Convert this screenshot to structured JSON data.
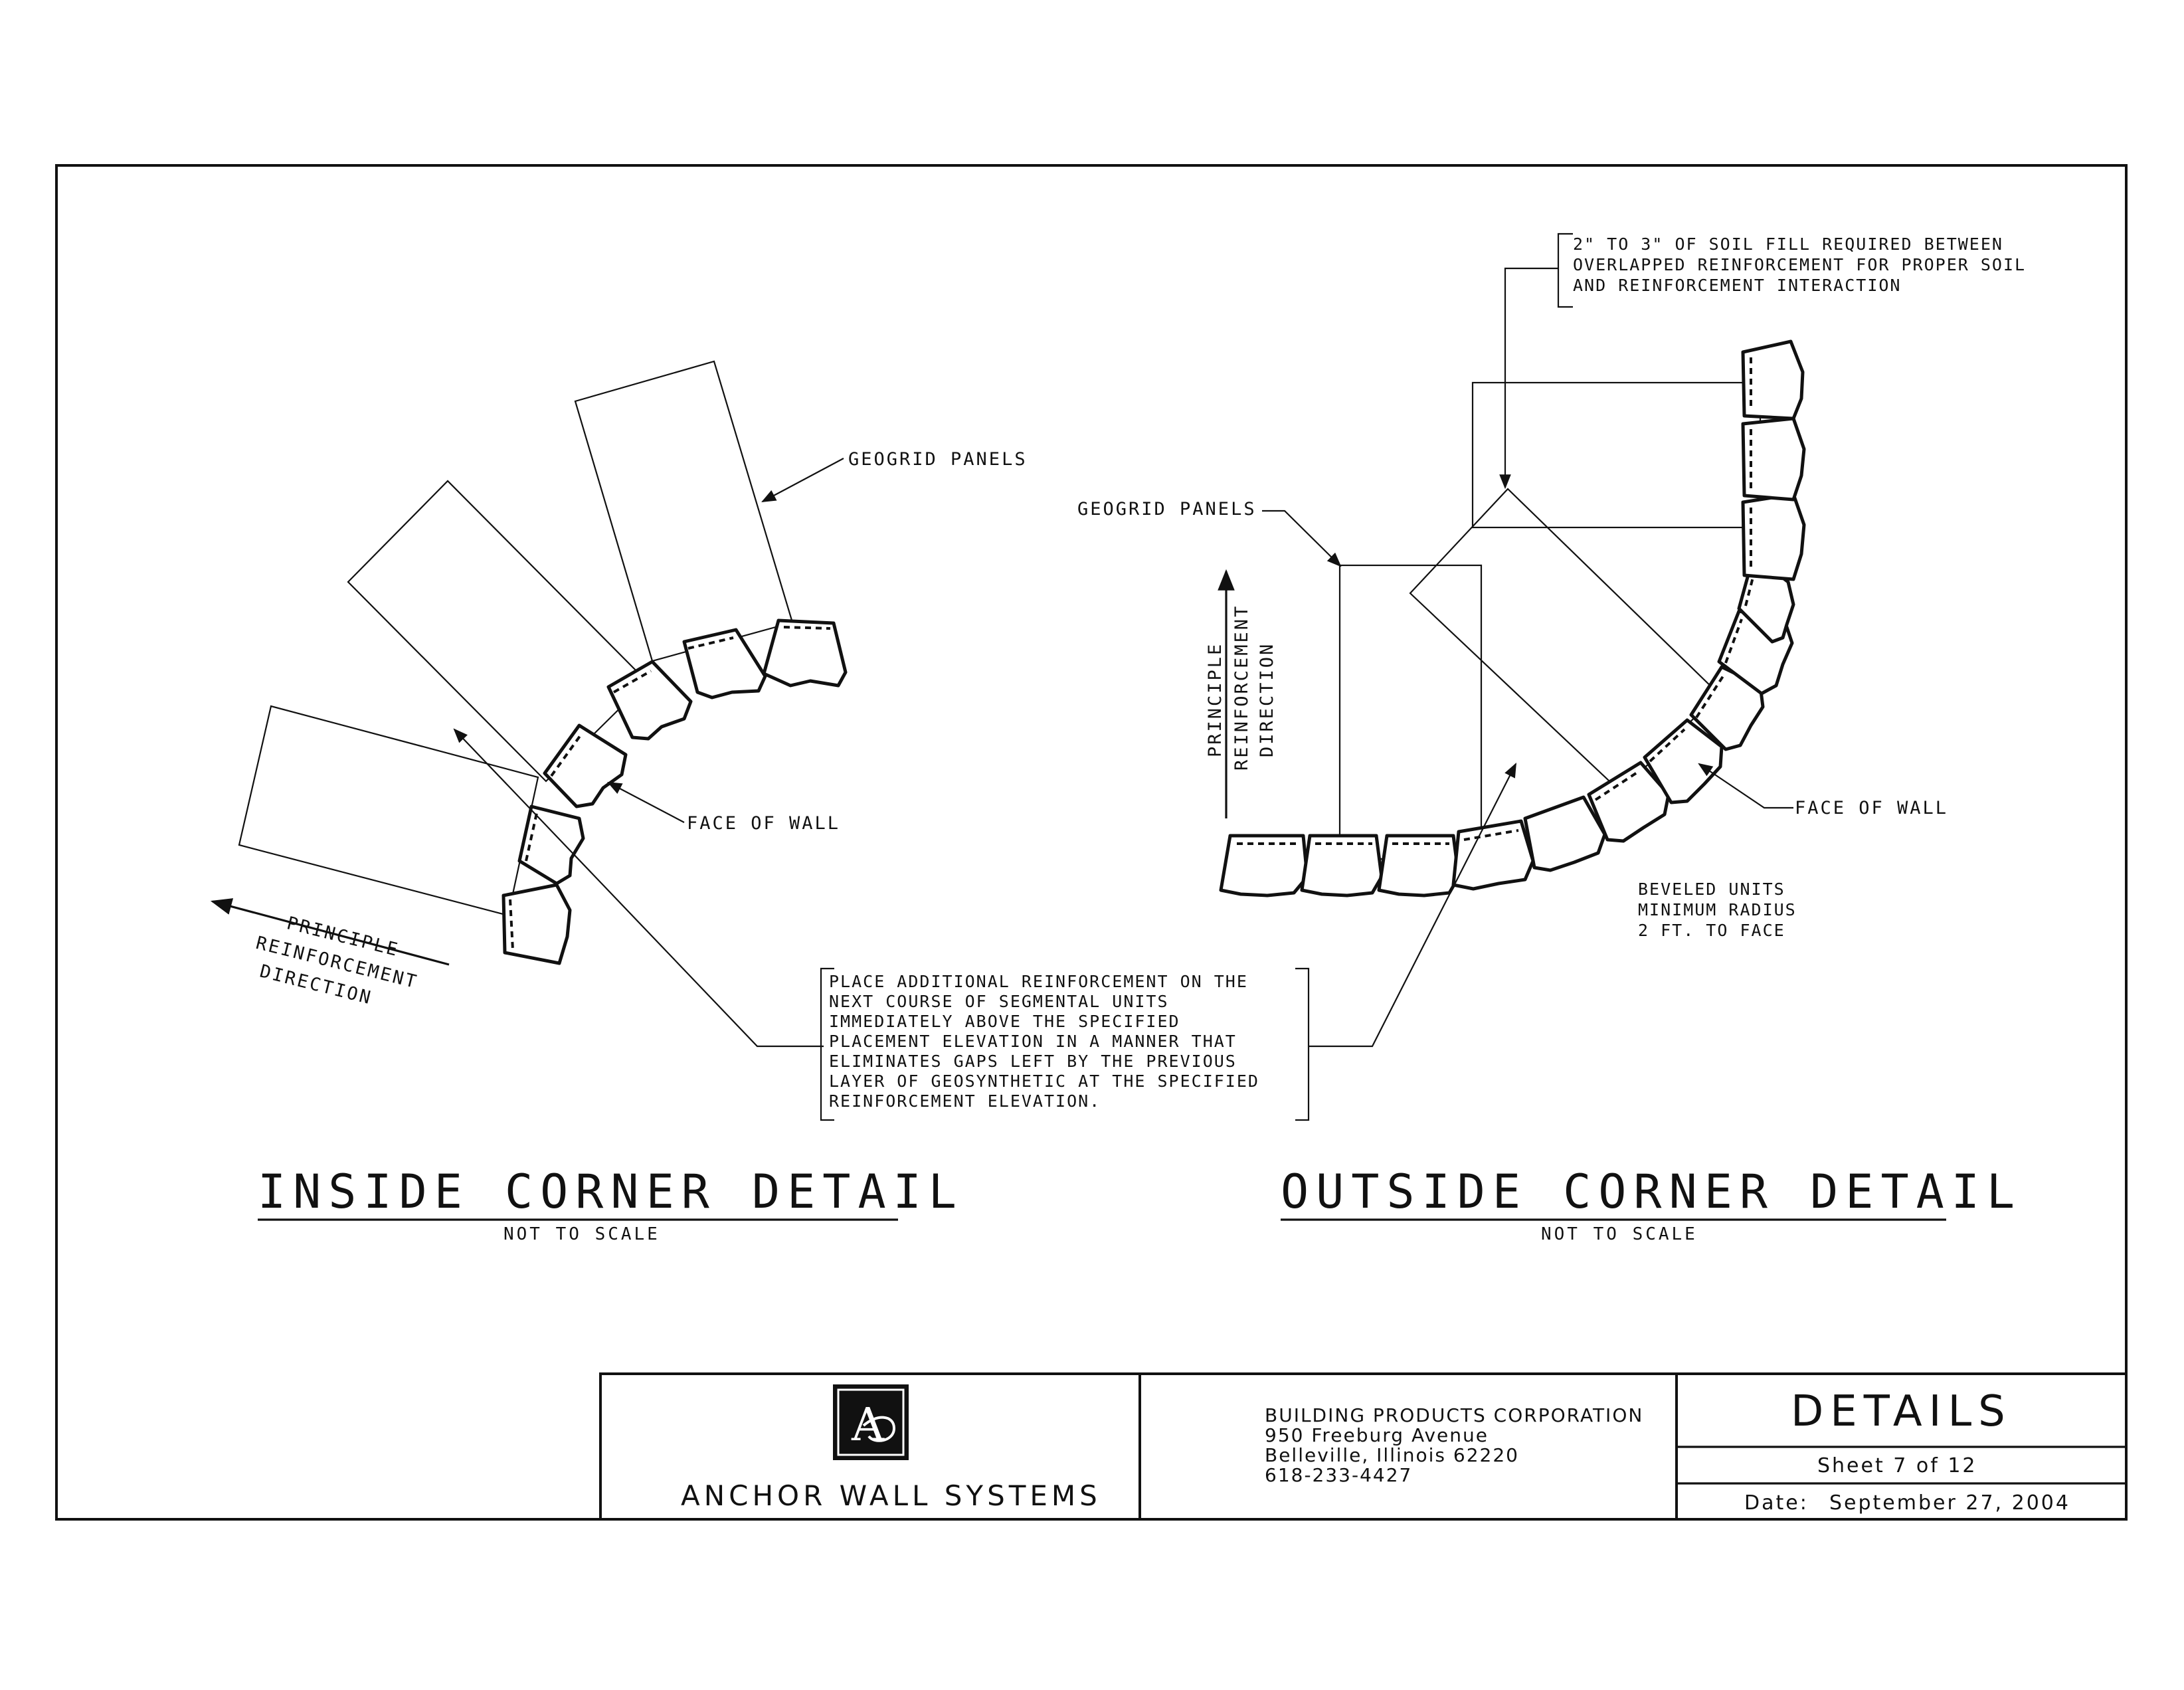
{
  "drawing": {
    "inside": {
      "title": "INSIDE CORNER DETAIL",
      "scale_note": "NOT TO SCALE",
      "geogrid_label": "GEOGRID PANELS",
      "face_label": "FACE OF WALL",
      "direction_label": [
        "PRINCIPLE",
        "REINFORCEMENT",
        "DIRECTION"
      ]
    },
    "outside": {
      "title": "OUTSIDE CORNER DETAIL",
      "scale_note": "NOT TO SCALE",
      "geogrid_label": "GEOGRID PANELS",
      "face_label": "FACE OF WALL",
      "direction_label": [
        "PRINCIPLE",
        "REINFORCEMENT",
        "DIRECTION"
      ],
      "beveled_note": [
        "BEVELED UNITS",
        "MINIMUM RADIUS",
        "2 FT. TO FACE"
      ]
    },
    "soil_note": [
      "2\" TO 3\" OF SOIL FILL REQUIRED BETWEEN",
      "OVERLAPPED REINFORCEMENT FOR PROPER SOIL",
      "AND REINFORCEMENT INTERACTION"
    ],
    "placement_note": [
      "PLACE ADDITIONAL REINFORCEMENT ON THE",
      "NEXT COURSE OF SEGMENTAL UNITS",
      "IMMEDIATELY ABOVE THE SPECIFIED",
      "PLACEMENT ELEVATION IN A MANNER THAT",
      "ELIMINATES GAPS LEFT BY THE PREVIOUS",
      "LAYER OF GEOSYNTHETIC AT THE SPECIFIED",
      "REINFORCEMENT ELEVATION."
    ]
  },
  "title_block": {
    "logo_text": "A",
    "company": "ANCHOR WALL SYSTEMS",
    "address": [
      "BUILDING PRODUCTS CORPORATION",
      "950 Freeburg Avenue",
      "Belleville, Illinois 62220",
      "618-233-4427"
    ],
    "sheet_title": "DETAILS",
    "sheet_number": "Sheet 7 of 12",
    "date_label": "Date:",
    "date_value": "September 27, 2004"
  }
}
